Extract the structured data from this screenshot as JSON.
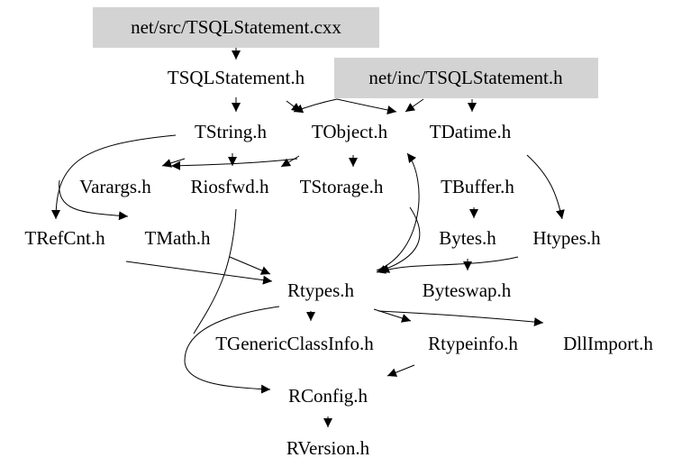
{
  "graph": {
    "highlighted": {
      "source_file": "net/src/TSQLStatement.cxx",
      "include_path": "net/inc/TSQLStatement.h"
    },
    "nodes": {
      "tsqlstatement_h": "TSQLStatement.h",
      "tstring": "TString.h",
      "tobject": "TObject.h",
      "tdatime": "TDatime.h",
      "varargs": "Varargs.h",
      "riosfwd": "Riosfwd.h",
      "tstorage": "TStorage.h",
      "tbuffer": "TBuffer.h",
      "trefcnt": "TRefCnt.h",
      "tmath": "TMath.h",
      "bytes": "Bytes.h",
      "htypes": "Htypes.h",
      "rtypes": "Rtypes.h",
      "byteswap": "Byteswap.h",
      "tgenericclassinfo": "TGenericClassInfo.h",
      "rtypeinfo": "Rtypeinfo.h",
      "dllimport": "DllImport.h",
      "rconfig": "RConfig.h",
      "rversion": "RVersion.h"
    }
  }
}
